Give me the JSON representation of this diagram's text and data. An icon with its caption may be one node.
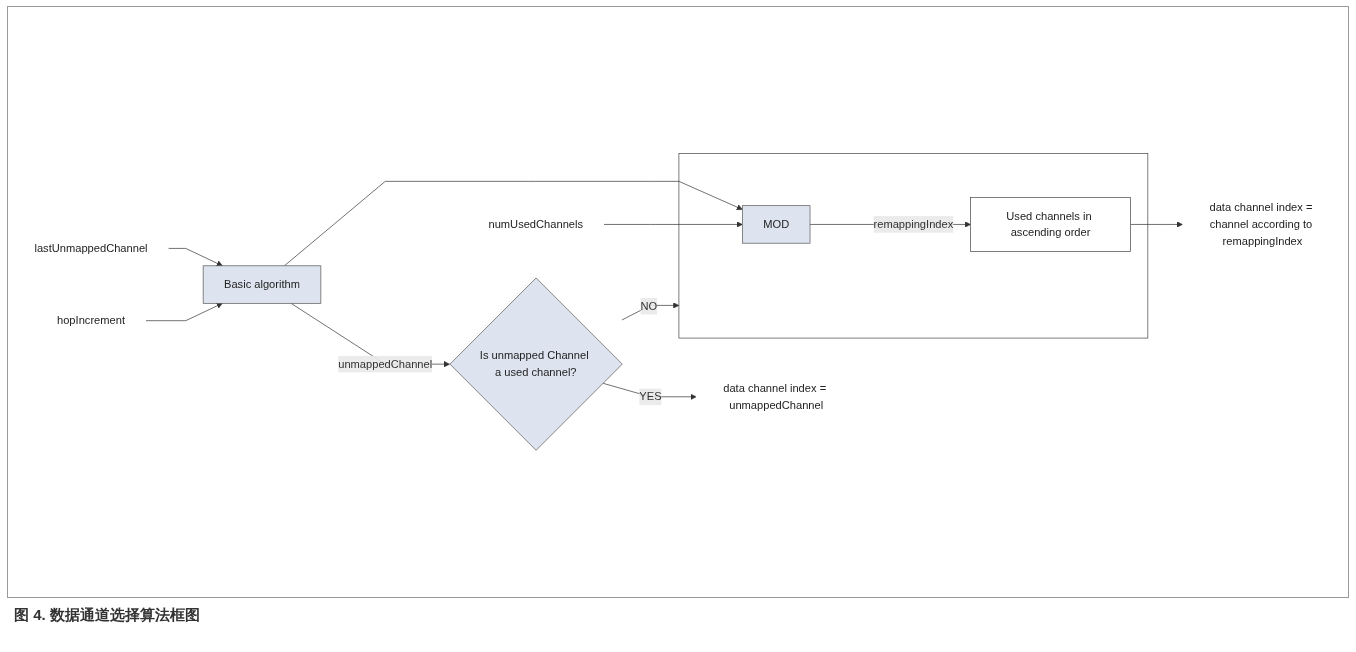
{
  "diagram": {
    "caption": "图 4. 数据通道选择算法框图",
    "nodes": [
      {
        "text": [
          "lastUnmappedChannel"
        ]
      },
      {
        "text": [
          "hopIncrement"
        ]
      },
      {
        "text": [
          "Basic algorithm"
        ]
      },
      {
        "text": [
          "Is unmapped Channel a used channel?"
        ]
      },
      {
        "text": [
          "data channel index = unmappedChannel"
        ]
      },
      {
        "text": [],
        "shape": "box"
      },
      {
        "text": [
          "numUsedChannels"
        ]
      },
      {
        "text": [
          "MOD"
        ],
        "in": 5
      },
      {
        "text": [
          "Used channels in ascending order"
        ],
        "in": 5
      },
      {
        "text": [
          "data channel index = channel according to remappingIndex"
        ]
      }
    ],
    "edges": [
      {
        "from": 0,
        "to": 2,
        "arrow": "to"
      },
      {
        "from": 1,
        "to": 2,
        "arrow": "to"
      },
      {
        "from": 2,
        "to": 3,
        "label": "unmappedChannel",
        "arrow": "to"
      },
      {
        "from": 3,
        "to": 4,
        "label": "YES",
        "arrow": "to"
      },
      {
        "from": 3,
        "to": 5,
        "label": "NO",
        "arrow": "to"
      },
      {
        "from": 2,
        "to": 7,
        "arrow": "to"
      },
      {
        "from": 6,
        "to": 7,
        "arrow": "to"
      },
      {
        "from": 7,
        "to": 8,
        "label": "remappingIndex",
        "arrow": "to"
      },
      {
        "from": 8,
        "to": 9,
        "arrow": "to"
      }
    ]
  }
}
